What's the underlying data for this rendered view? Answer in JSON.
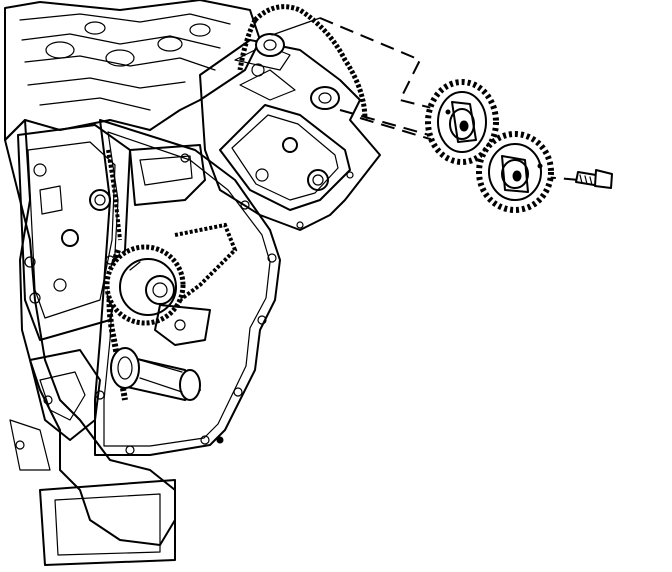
{
  "diagram": {
    "kind": "exploded-view line drawing",
    "colors": {
      "ink": "#000000",
      "background": "#ffffff"
    },
    "parts": [
      {
        "name": "engine-block"
      },
      {
        "name": "timing-chain"
      },
      {
        "name": "crankshaft-sprocket"
      },
      {
        "name": "upper-camshaft-sprocket"
      },
      {
        "name": "lower-camshaft-sprocket"
      },
      {
        "name": "sprocket-bolt"
      }
    ]
  }
}
